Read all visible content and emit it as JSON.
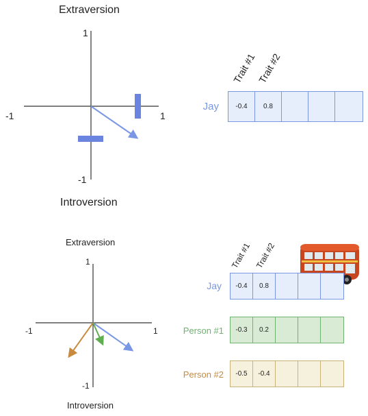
{
  "colors": {
    "jay": "#7a97e6",
    "jay_fill": "#e6eefb",
    "person1": "#6fb36f",
    "person1_fill": "#d9ebd5",
    "person2": "#c88a3e",
    "person2_fill": "#f6f1dc",
    "axis": "#333333"
  },
  "top": {
    "axis_top": "Extraversion",
    "axis_bottom": "Introversion",
    "tick_pos": "1",
    "tick_neg": "-1",
    "trait_headers": [
      "Trait #1",
      "Trait #2"
    ],
    "jay": {
      "label": "Jay",
      "values": [
        "-0.4",
        "0.8",
        "",
        "",
        ""
      ]
    }
  },
  "bottom": {
    "axis_top": "Extraversion",
    "axis_bottom": "Introversion",
    "tick_pos": "1",
    "tick_neg": "-1",
    "trait_headers": [
      "Trait #1",
      "Trait #2"
    ],
    "people": [
      {
        "label": "Jay",
        "values": [
          "-0.4",
          "0.8",
          "",
          "",
          ""
        ]
      },
      {
        "label": "Person #1",
        "values": [
          "-0.3",
          "0.2",
          "",
          "",
          ""
        ]
      },
      {
        "label": "Person #2",
        "values": [
          "-0.5",
          "-0.4",
          "",
          "",
          ""
        ]
      }
    ]
  },
  "icons": [
    "double-decker-bus-icon"
  ]
}
